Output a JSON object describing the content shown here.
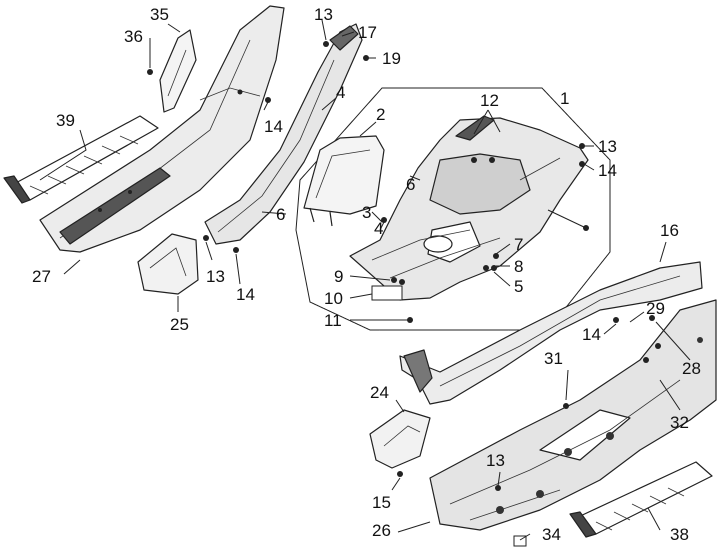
{
  "diagram": {
    "callouts": {
      "c1": "1",
      "c2": "2",
      "c3": "3",
      "c4a": "4",
      "c4b": "4",
      "c5": "5",
      "c6a": "6",
      "c6b": "6",
      "c7": "7",
      "c8": "8",
      "c9": "9",
      "c10": "10",
      "c11": "11",
      "c12": "12",
      "c13a": "13",
      "c13b": "13",
      "c13c": "13",
      "c13d": "13",
      "c14a": "14",
      "c14b": "14",
      "c14c": "14",
      "c14d": "14",
      "c15": "15",
      "c16": "16",
      "c17": "17",
      "c19": "19",
      "c24": "24",
      "c25": "25",
      "c26": "26",
      "c27": "27",
      "c28": "28",
      "c29": "29",
      "c31": "31",
      "c32": "32",
      "c34": "34",
      "c35": "35",
      "c36": "36",
      "c38": "38",
      "c39": "39"
    }
  }
}
